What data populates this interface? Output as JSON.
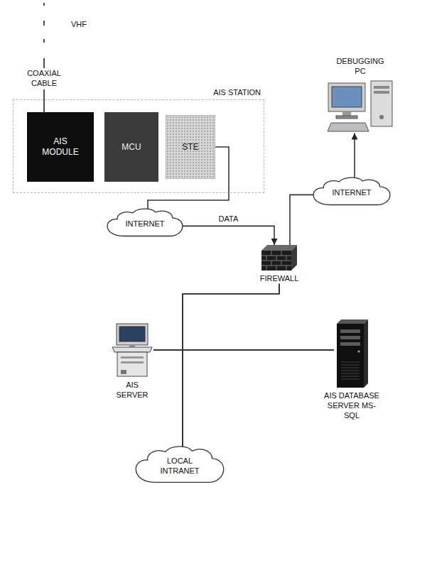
{
  "diagram": {
    "nodes": [
      {
        "text": [
          "AIS STATION"
        ]
      },
      {
        "text": [
          "AIS MODULE"
        ],
        "in": 0
      },
      {
        "text": [
          "MCU"
        ],
        "in": 0
      },
      {
        "text": [
          "STE"
        ],
        "in": 0
      },
      {
        "text": [
          "DEBUGGING PC"
        ]
      },
      {
        "text": [
          "INTERNET"
        ]
      },
      {
        "text": [
          "INTERNET"
        ]
      },
      {
        "text": [
          "FIREWALL"
        ]
      },
      {
        "text": [
          "AIS SERVER"
        ]
      },
      {
        "text": [
          "AIS DATABASE SERVER MS-SQL"
        ]
      },
      {
        "text": [
          "LOCAL INTRANET"
        ]
      }
    ],
    "edges": [
      {
        "from": 3,
        "to": 5,
        "arrow": "none"
      },
      {
        "from": 5,
        "to": 7,
        "label": "DATA",
        "arrow": "to"
      },
      {
        "from": 7,
        "to": 6,
        "arrow": "none"
      },
      {
        "from": 6,
        "to": 4,
        "arrow": "to"
      },
      {
        "from": 7,
        "to": 8,
        "arrow": "none"
      },
      {
        "from": 7,
        "to": 9,
        "arrow": "none"
      },
      {
        "from": 7,
        "to": 10,
        "arrow": "none"
      },
      {
        "from": 8,
        "to": 9,
        "arrow": "none"
      },
      {
        "from": 8,
        "to": 10,
        "arrow": "none"
      },
      {
        "from": 9,
        "to": 10,
        "arrow": "none"
      }
    ],
    "labels": [
      "VHF",
      "COAXIAL CABLE"
    ]
  }
}
